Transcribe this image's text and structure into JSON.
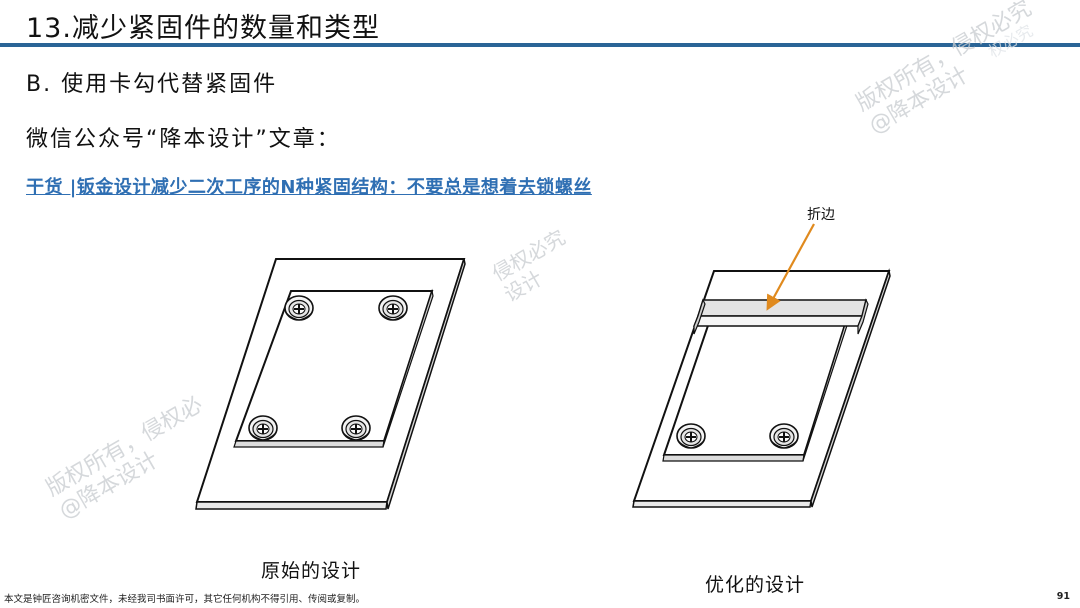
{
  "slide": {
    "title": "13.减少紧固件的数量和类型",
    "subtitle": "B. 使用卡勾代替紧固件",
    "source_line": "微信公众号“降本设计”文章：",
    "article_link": "干货 |钣金设计减少二次工序的N种紧固结构：不要总是想着去锁螺丝",
    "fold_label": "折边",
    "caption_left": "原始的设计",
    "caption_right": "优化的设计",
    "footer_note": "本文是钟匠咨询机密文件，未经我司书面许可，其它任何机构不得引用、传阅或复制。",
    "page_number": "91"
  },
  "watermarks": {
    "wm1_line1": "版权所有，侵权必究",
    "wm1_line2": "@降本设计",
    "wm2_line1": "版权所有，侵权必",
    "wm2_line2": "@降本设计",
    "wm3_line1": "侵权必究",
    "wm3_line2": "设计",
    "wm4": "权必究"
  },
  "colors": {
    "title_rule": "#2a6496",
    "link": "#2f6fb3",
    "arrow": "#e08a1e"
  }
}
